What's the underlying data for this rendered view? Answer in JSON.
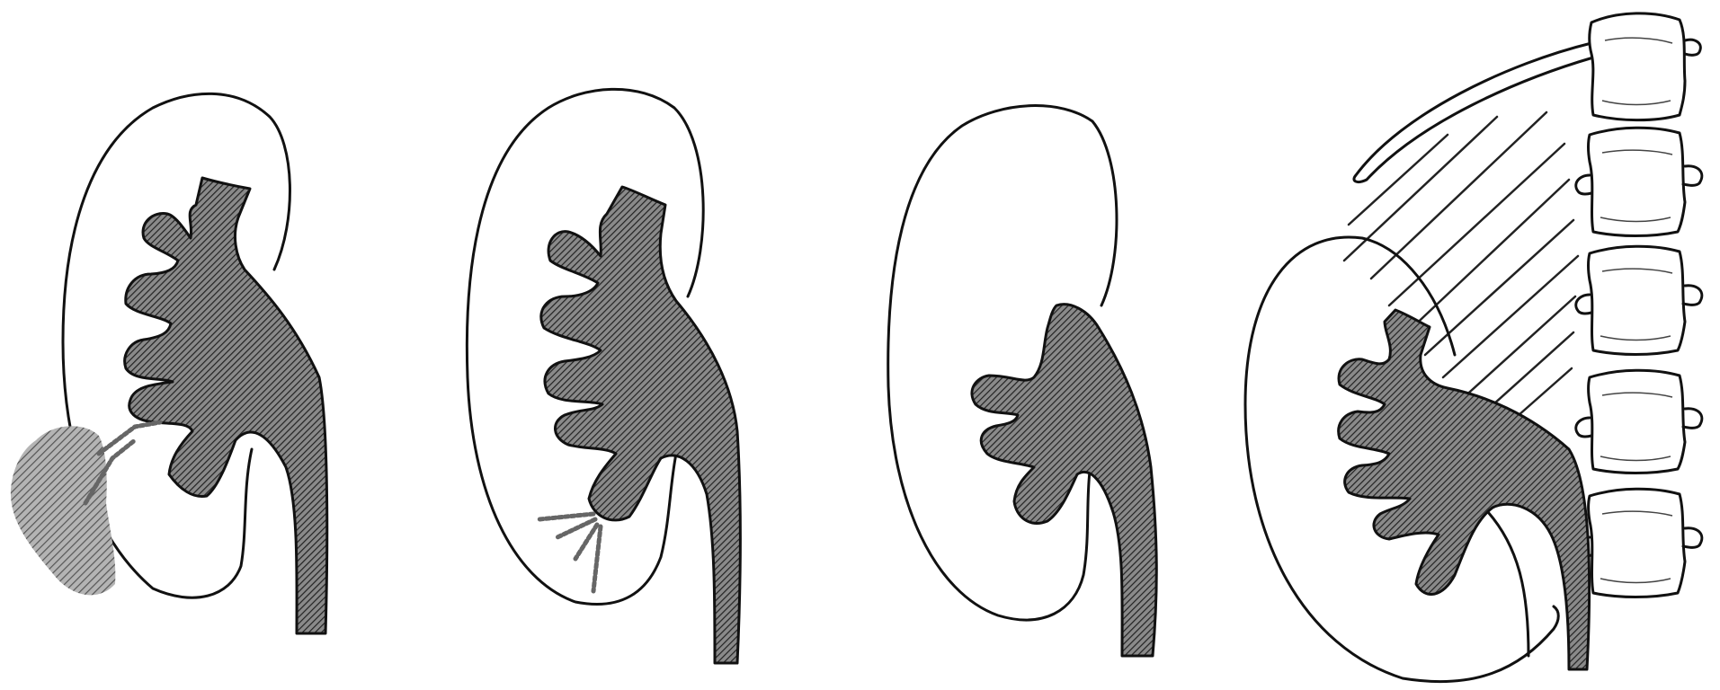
{
  "figure": {
    "panels": [
      {
        "id": "kidney-1",
        "variant": "pelvis with external spread"
      },
      {
        "id": "kidney-2",
        "variant": "pelvis with fine streaks"
      },
      {
        "id": "kidney-3",
        "variant": "small pelvis"
      },
      {
        "id": "kidney-4",
        "variant": "pelvis beside spine"
      }
    ],
    "colors": {
      "ink": "#111111",
      "hatch": "#333333",
      "spread": "#777777",
      "paper": "#ffffff"
    }
  }
}
